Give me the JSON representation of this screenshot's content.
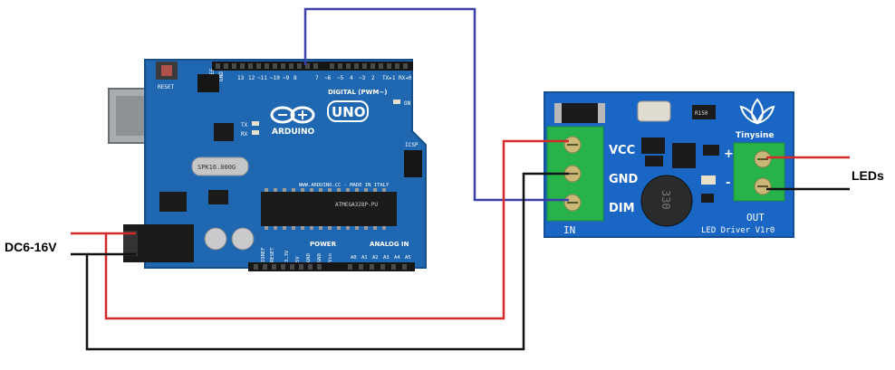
{
  "labels": {
    "power_in": "DC6-16V",
    "leds": "LEDs"
  },
  "arduino": {
    "reset": "RESET",
    "digital": "DIGITAL (PWM~)",
    "brand": "ARDUINO",
    "model": "UNO",
    "power": "POWER",
    "analog": "ANALOG IN",
    "url": "WWW.ARDUINO.CC - MADE IN ITALY",
    "crystal": "SPK16.000G",
    "chip": "ATMEGA328P-PU",
    "tx": "TX",
    "rx": "RX",
    "on": "ON",
    "icsp": "ICSP",
    "aref": "AREF",
    "gnd": "GND",
    "top_pins": [
      "13",
      "12",
      "~11",
      "~10",
      "~9",
      "8",
      "7",
      "~6",
      "~5",
      "4",
      "~3",
      "2",
      "TX▸1",
      "RX◂0"
    ],
    "bottom_pins": [
      "IOREF",
      "RESET",
      "3.3V",
      "5V",
      "GND",
      "GND",
      "Vin",
      "A0",
      "A1",
      "A2",
      "A3",
      "A4",
      "A5"
    ]
  },
  "driver": {
    "vcc": "VCC",
    "gnd": "GND",
    "dim": "DIM",
    "in": "IN",
    "out": "OUT",
    "plus": "+",
    "minus": "-",
    "brand": "Tinysine",
    "name": "LED Driver V1r0",
    "inductor": "330",
    "resistor": "R150"
  },
  "colors": {
    "board_blue": "#1f67b0",
    "driver_blue": "#1a66c4",
    "terminal_green": "#27b34a",
    "wire_red": "#d22b2b",
    "wire_black": "#111111",
    "wire_blue": "#3b3fa8"
  }
}
